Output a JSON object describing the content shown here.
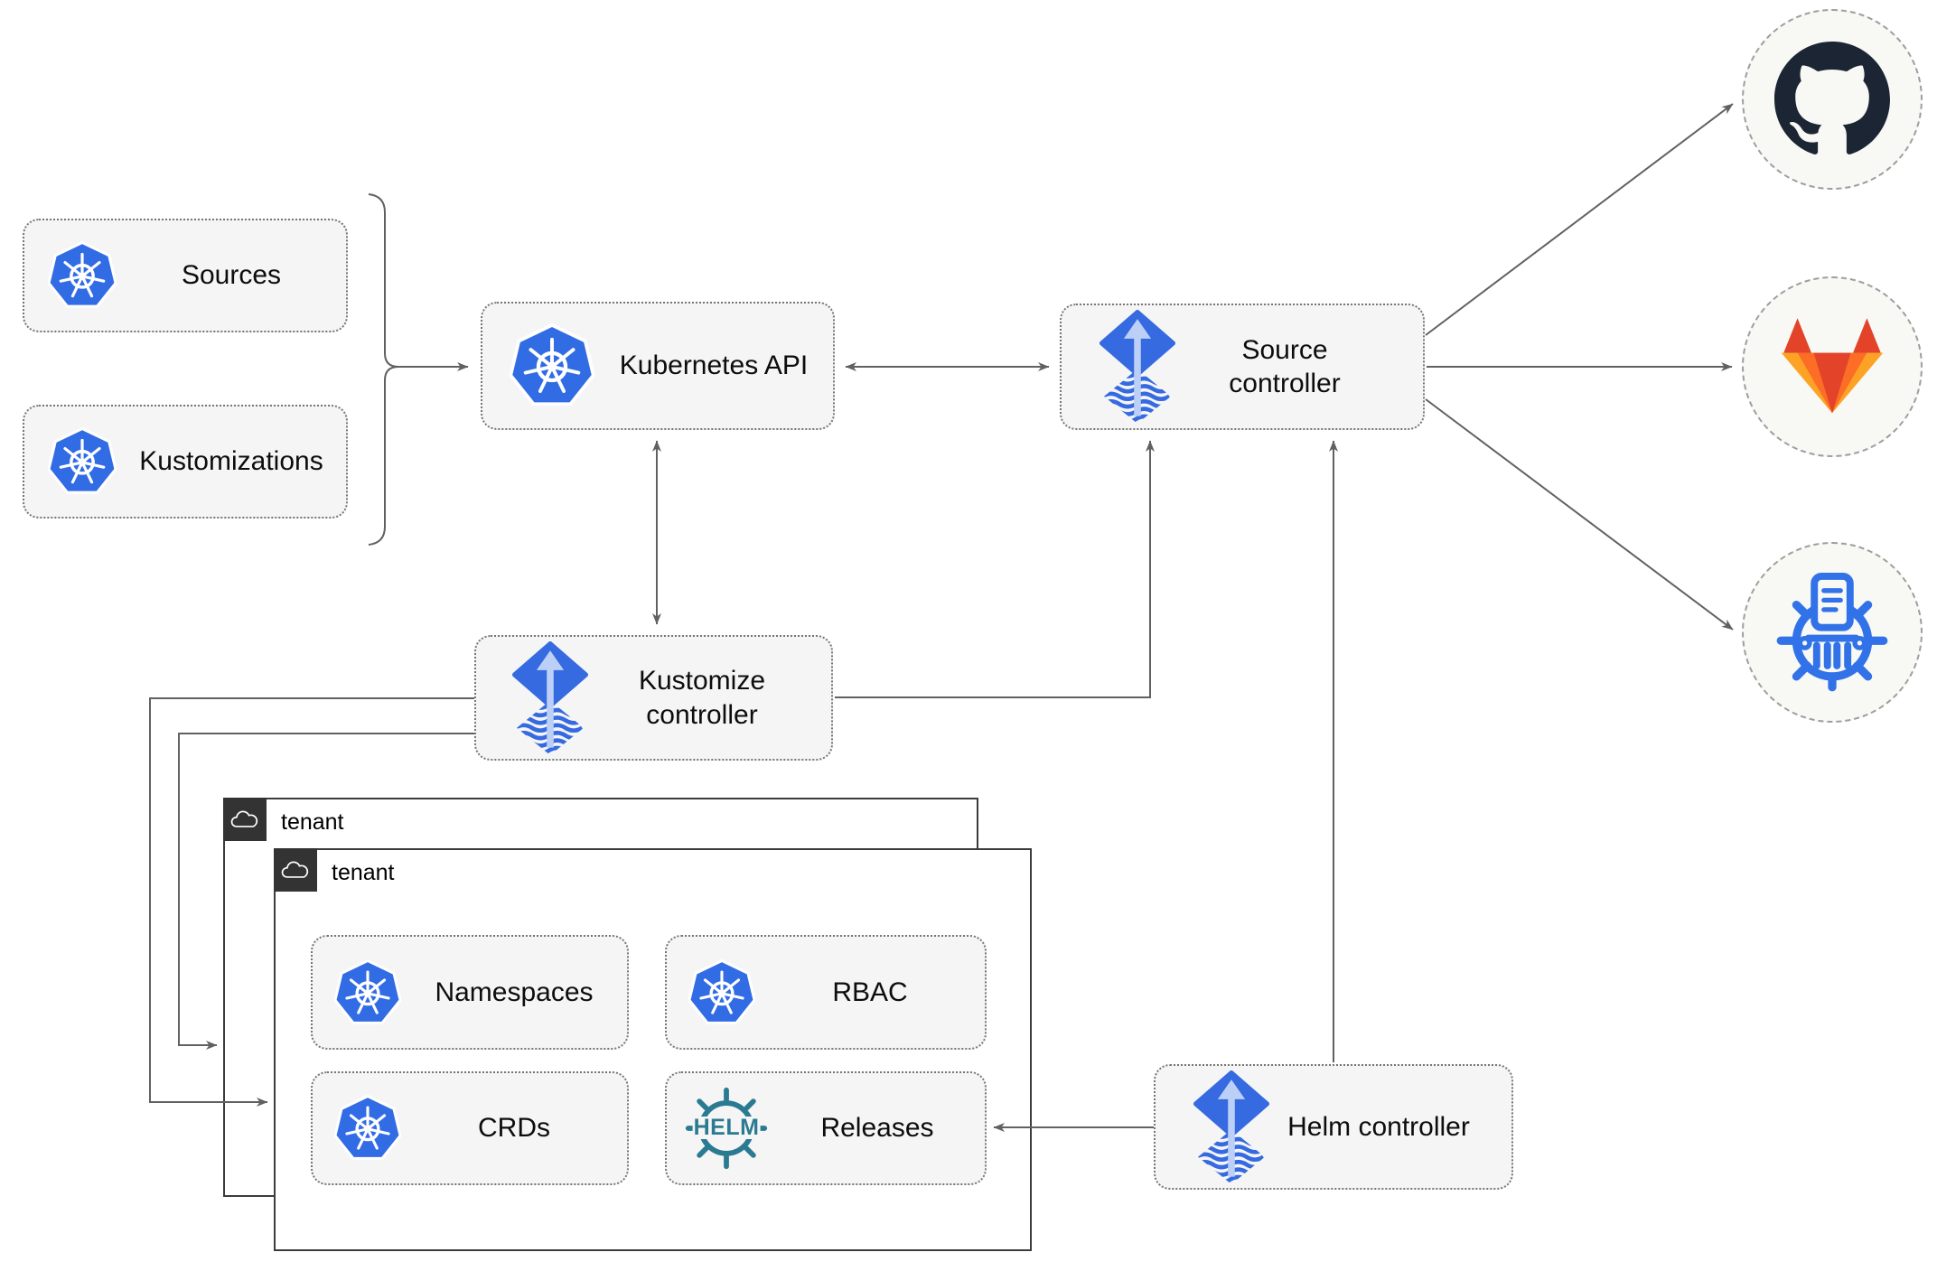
{
  "nodes": {
    "sources": {
      "label": "Sources"
    },
    "kustomizations": {
      "label": "Kustomizations"
    },
    "kubernetes_api": {
      "label": "Kubernetes API"
    },
    "source_controller": {
      "label": "Source controller"
    },
    "kustomize_controller": {
      "label": "Kustomize controller"
    },
    "helm_controller": {
      "label": "Helm controller"
    },
    "namespaces": {
      "label": "Namespaces"
    },
    "rbac": {
      "label": "RBAC"
    },
    "crds": {
      "label": "CRDs"
    },
    "releases": {
      "label": "Releases"
    }
  },
  "tenants": {
    "back": {
      "label": "tenant"
    },
    "front": {
      "label": "tenant"
    }
  },
  "icons": {
    "helm_wordmark": "HELM",
    "kubernetes": "kubernetes-icon",
    "flux": "flux-icon",
    "helm": "helm-icon",
    "github": "github-icon",
    "gitlab": "gitlab-icon",
    "chartmuseum": "chartmuseum-icon",
    "cloud": "cloud-icon"
  },
  "colors": {
    "kubernetes_blue": "#326ce5",
    "flux_blue": "#356ae0",
    "flux_arrow_light": "#bcd0f7",
    "helm_teal": "#2a7a91",
    "chartmuseum_blue": "#3272e8",
    "github_dark": "#1b2533",
    "gitlab_red": "#e24329",
    "gitlab_orange": "#fc6d26",
    "gitlab_amber": "#fca326",
    "node_fill": "#f5f5f5",
    "edge_gray": "#616161",
    "tenant_tab": "#333333"
  }
}
